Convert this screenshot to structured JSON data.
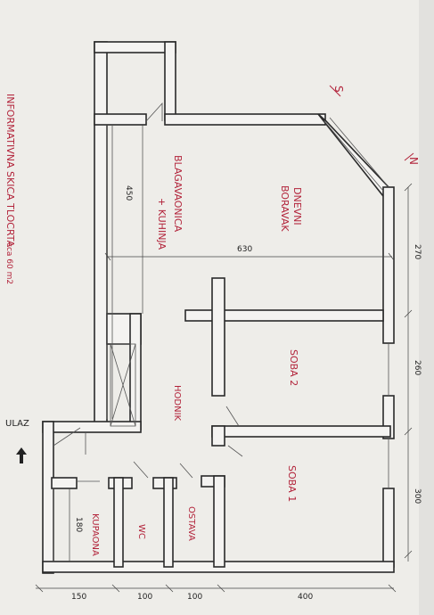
{
  "title": "INFORMATIVNA SKICA TLOCRTA",
  "area": "cca 60 m2",
  "rooms": {
    "living": [
      "DNEVNI",
      "BORAVAK"
    ],
    "dining": "BLAGAVAONICA",
    "kitchen": "+ KUHINJA",
    "hall": "HODNIK",
    "room2": "SOBA 2",
    "room1": "SOBA 1",
    "bathroom": "KUPAONA",
    "wc": "WC",
    "storage": "OSTAVA"
  },
  "entrance": "ULAZ",
  "orientation": {
    "north": "N",
    "south": "S"
  },
  "dimensions": {
    "width_total": "630",
    "kitchen_depth": "450",
    "right_1": "270",
    "right_2": "260",
    "right_3": "300",
    "bottom_1": "150",
    "bottom_2": "100",
    "bottom_3": "100",
    "bottom_4": "400",
    "bath_inner": "180"
  },
  "colors": {
    "ink": "#b2233a",
    "walls": "#2a2a2a",
    "paper": "#f1f0ee"
  }
}
